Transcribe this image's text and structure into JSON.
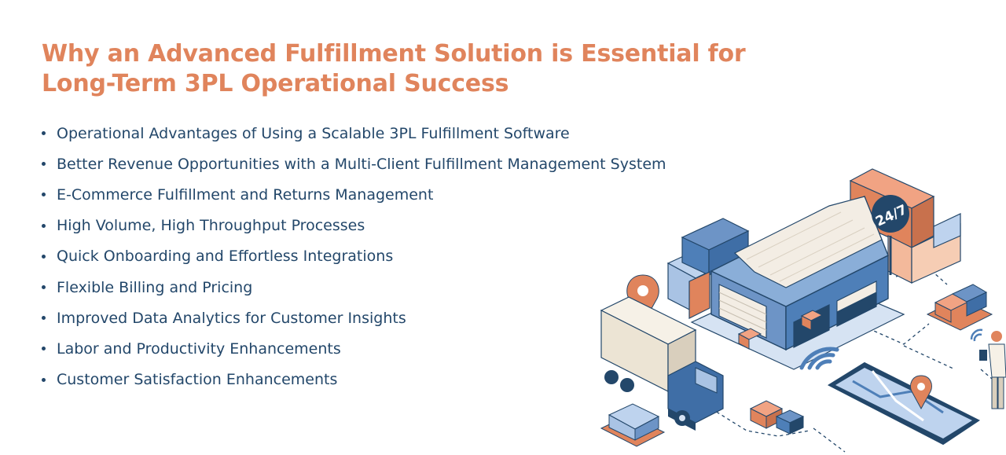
{
  "heading": {
    "line1": "Why an Advanced Fulfillment Solution is Essential for",
    "line2": "Long-Term 3PL Operational Success"
  },
  "items": [
    "Operational Advantages of Using a Scalable 3PL Fulfillment Software",
    "Better Revenue Opportunities with a Multi-Client Fulfillment Management System",
    "E-Commerce Fulfillment and Returns Management",
    "High Volume, High Throughput Processes",
    "Quick Onboarding and Effortless Integrations",
    "Flexible Billing and Pricing",
    "Improved Data Analytics for Customer Insights",
    "Labor and Productivity Enhancements",
    "Customer Satisfaction Enhancements"
  ],
  "illustration": {
    "badge_text": "24/7",
    "colors": {
      "accent": "#e0845c",
      "navy": "#23476a",
      "blue": "#4e7fb8",
      "light_blue": "#a9c3e4"
    }
  }
}
